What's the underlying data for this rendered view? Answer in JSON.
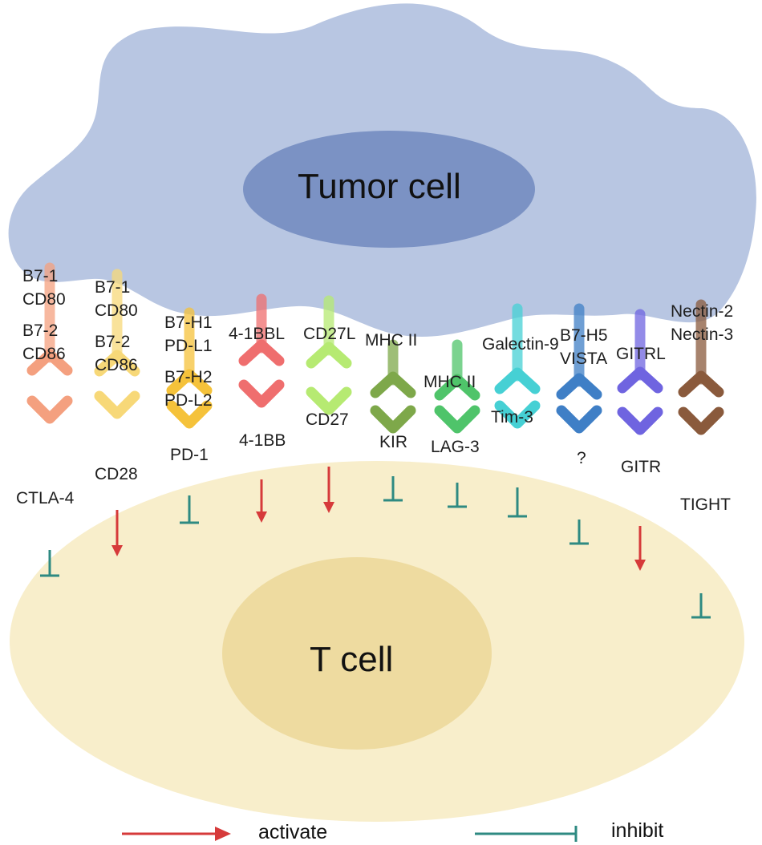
{
  "cells": {
    "tumor": {
      "label": "Tumor cell",
      "membrane_color": "#b8c6e2",
      "nucleus_color": "#7b92c4"
    },
    "tcell": {
      "label": "T cell",
      "membrane_color": "#f8eecb",
      "nucleus_color": "#eedba0"
    }
  },
  "colors": {
    "activate": "#d63a3a",
    "inhibit": "#2e8a82"
  },
  "pairs": [
    {
      "id": "ctla4",
      "color": "#f4a07f",
      "tcell_signal": "inhibit",
      "ligand_lines": [
        "B7-1",
        "CD80",
        "B7-2",
        "CD86"
      ],
      "receptor_lines": [
        "CTLA-4"
      ]
    },
    {
      "id": "cd28",
      "color": "#f7d878",
      "tcell_signal": "activate",
      "ligand_lines": [
        "B7-1",
        "CD80",
        "B7-2",
        "CD86"
      ],
      "receptor_lines": [
        "CD28"
      ]
    },
    {
      "id": "pd1",
      "color": "#f5c23a",
      "tcell_signal": "inhibit",
      "ligand_lines": [
        "B7-H1",
        "PD-L1",
        "B7-H2",
        "PD-L2"
      ],
      "receptor_lines": [
        "PD-1"
      ]
    },
    {
      "id": "41bb",
      "color": "#ef6e6e",
      "tcell_signal": "activate",
      "ligand_lines": [
        "4-1BBL"
      ],
      "receptor_lines": [
        "4-1BB"
      ]
    },
    {
      "id": "cd27",
      "color": "#b6ea72",
      "tcell_signal": "activate",
      "ligand_lines": [
        "CD27L"
      ],
      "receptor_lines": [
        "CD27"
      ]
    },
    {
      "id": "kir",
      "color": "#7ea84a",
      "tcell_signal": "inhibit",
      "ligand_lines": [
        "MHC II"
      ],
      "receptor_lines": [
        "KIR"
      ]
    },
    {
      "id": "lag3",
      "color": "#4fc46a",
      "tcell_signal": "inhibit",
      "ligand_lines": [
        "MHC II"
      ],
      "receptor_lines": [
        "LAG-3"
      ]
    },
    {
      "id": "tim3",
      "color": "#46d0d4",
      "tcell_signal": "inhibit",
      "ligand_lines": [
        "Galectin-9"
      ],
      "receptor_lines": [
        "Tim-3"
      ]
    },
    {
      "id": "vista",
      "color": "#3f7fc6",
      "tcell_signal": "inhibit",
      "ligand_lines": [
        "B7-H5",
        "VISTA"
      ],
      "receptor_lines": [
        "?"
      ]
    },
    {
      "id": "gitr",
      "color": "#6f64e0",
      "tcell_signal": "activate",
      "ligand_lines": [
        "GITRL"
      ],
      "receptor_lines": [
        "GITR"
      ]
    },
    {
      "id": "tight",
      "color": "#8a5a3c",
      "tcell_signal": "inhibit",
      "ligand_lines": [
        "Nectin-2",
        "Nectin-3"
      ],
      "receptor_lines": [
        "TIGHT"
      ]
    }
  ],
  "legend": {
    "activate_label": "activate",
    "inhibit_label": "inhibit"
  }
}
